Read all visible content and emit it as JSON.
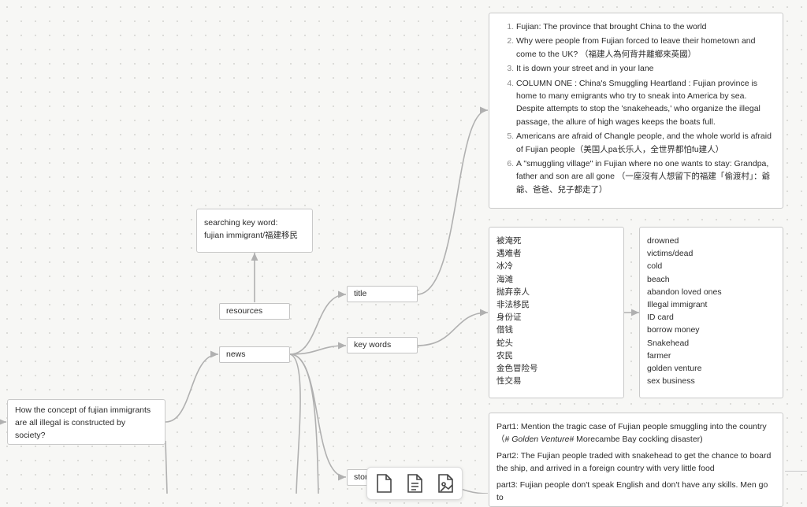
{
  "nodes": {
    "root": {
      "lines": [
        "How the concept of fujian immigrants",
        "are all illegal is constructed by",
        "society?"
      ]
    },
    "search": {
      "lines": [
        "searching key word:",
        "fujian immigrant/福建移民"
      ]
    },
    "resources": {
      "label": "resources"
    },
    "news": {
      "label": "news"
    },
    "title": {
      "label": "title"
    },
    "key_words": {
      "label": "key words"
    },
    "story": {
      "label": "story"
    }
  },
  "titles_list": [
    "Fujian: The province that brought China to the world",
    "Why were people from Fujian forced to leave their hometown and come to the UK?   （福建人為何背井離鄉來英國）",
    "It is down your street and in your lane",
    "COLUMN ONE : China's Smuggling Heartland : Fujian province is home to many emigrants who try to sneak into America by sea. Despite attempts to stop the 'snakeheads,' who organize the illegal passage, the allure of high wages keeps the boats full.",
    "Americans are afraid of Changle people, and the whole world is afraid of Fujian people（美国人pa长乐人，全世界都怕fu建人）",
    "A \"smuggling village\" in Fujian where no one wants to stay: Grandpa, father and son are all gone （一座沒有人想留下的福建「偷渡村」：爺爺、爸爸、兒子都走了）"
  ],
  "keywords_zh": [
    "被淹死",
    "遇难者",
    "冰冷",
    "海滩",
    "抛弃亲人",
    "非法移民",
    "身份证",
    "借钱",
    "蛇头",
    "农民",
    "金色冒险号",
    "性交易"
  ],
  "keywords_en": [
    "drowned",
    "victims/dead",
    "cold",
    "beach",
    "abandon loved ones",
    "Illegal immigrant",
    "ID card",
    "borrow money",
    "Snakehead",
    "farmer",
    "golden venture",
    "sex business"
  ],
  "story": {
    "part1_prefix": "Part1: Mention the tragic case of Fujian people smuggling into the country （#",
    "part1_em": " Golden Venture#",
    "part1_suffix": " Morecambe Bay cockling disaster)",
    "part2": "Part2: The Fujian people traded with snakehead to get the chance to board the ship, and arrived in a foreign country with very little food",
    "part3": "part3: Fujian people don't speak English and don't have any skills. Men go to"
  },
  "toolbar": {
    "icons": [
      "blank-page-icon",
      "text-document-icon",
      "image-document-icon"
    ]
  },
  "colors": {
    "edge": "#b0b0b0",
    "border": "#c9c9c9",
    "background": "#f7f7f5"
  }
}
